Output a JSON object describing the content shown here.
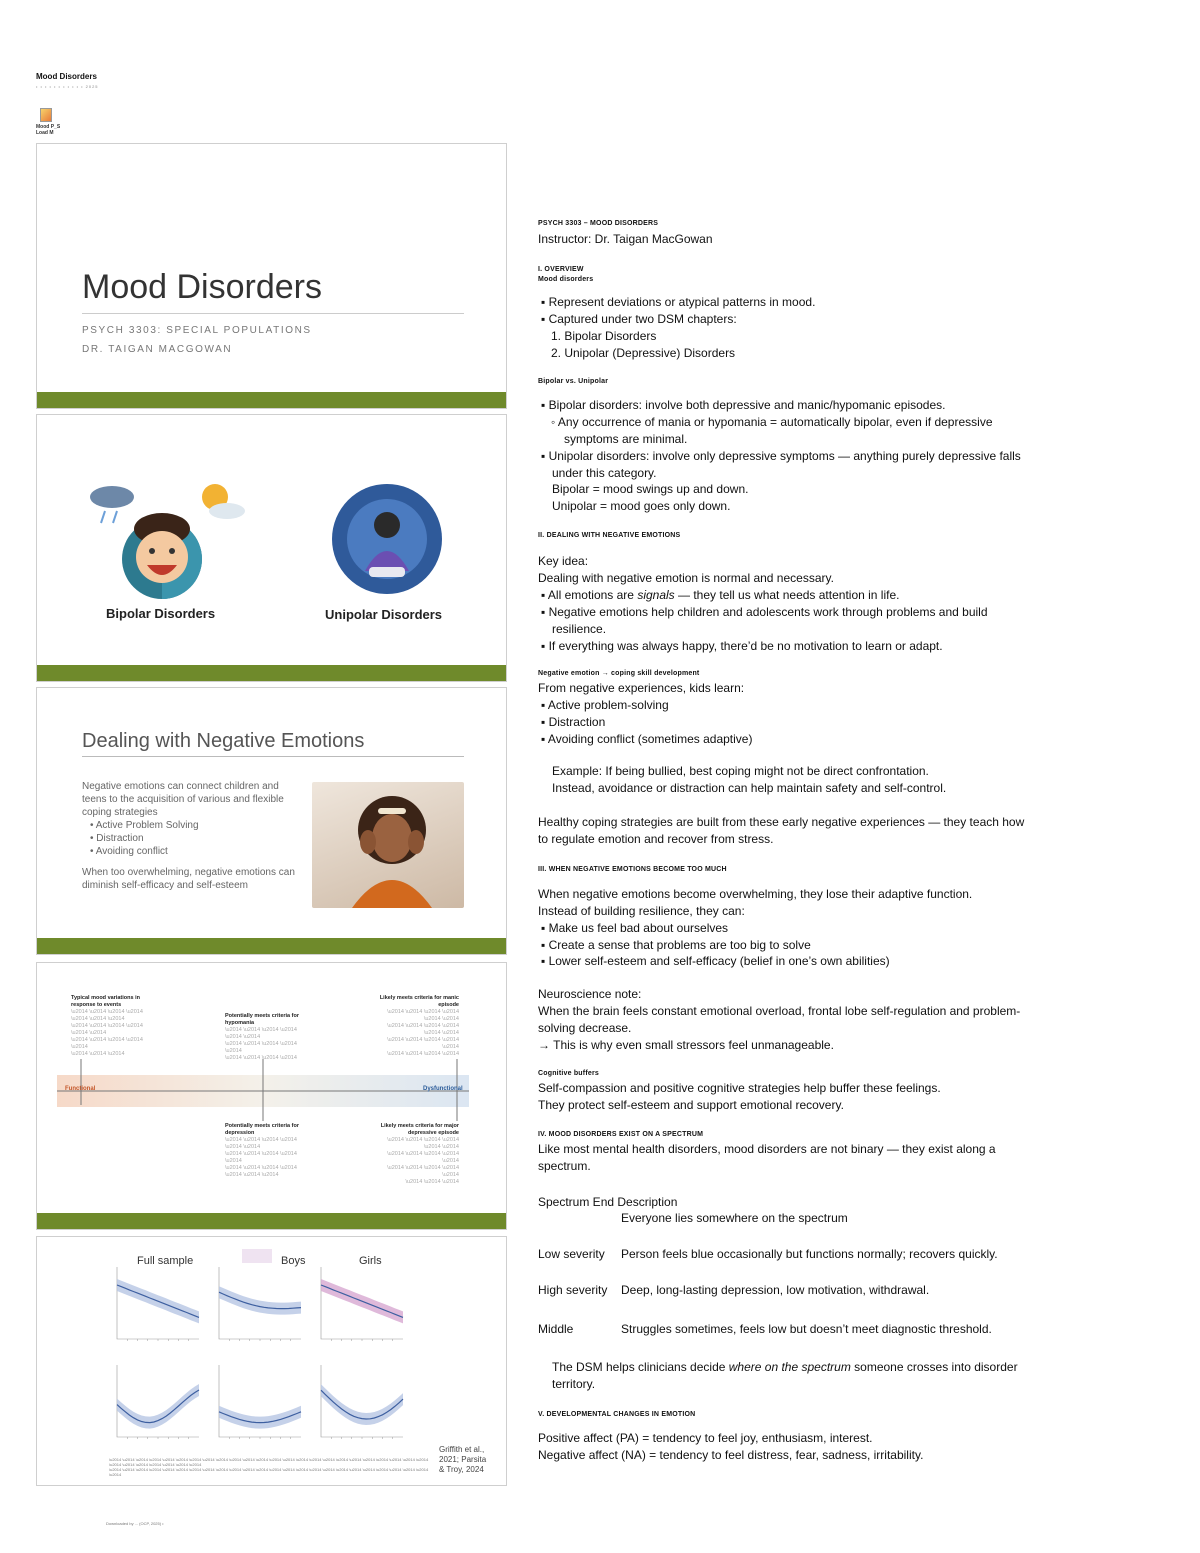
{
  "header": {
    "title": "Mood Disorders",
    "subtitle": "• • • • • • • • • • • 2025",
    "attachment_label_1": "Mood P_S",
    "attachment_label_2": "Load M"
  },
  "slides": {
    "s1": {
      "title": "Mood Disorders",
      "line1": "PSYCH 3303: SPECIAL POPULATIONS",
      "line2": "DR. TAIGAN MACGOWAN"
    },
    "s2": {
      "left_label": "Bipolar Disorders",
      "right_label": "Unipolar Disorders"
    },
    "s3": {
      "title": "Dealing with Negative Emotions",
      "p1": "Negative emotions can connect children and teens to the acquisition of various and flexible coping strategies",
      "b1": "Active Problem Solving",
      "b2": "Distraction",
      "b3": "Avoiding conflict",
      "p2": "When too overwhelming, negative emotions can diminish self-efficacy and self-esteem"
    },
    "s4": {
      "top_left_title": "Typical mood variations in response to events",
      "top_mid_title": "Potentially meets criteria for hypomania",
      "top_right_title": "Likely meets criteria for manic episode",
      "axis_left": "Functional",
      "axis_right": "Dysfunctional",
      "bot_mid_title": "Potentially meets criteria for depression",
      "bot_right_title": "Likely meets criteria for major depressive episode"
    },
    "s5": {
      "panel_a": "Full sample",
      "panel_b": "Boys",
      "panel_c": "Girls",
      "citation1": "Griffith et al.,",
      "citation2": "2021; Parsita",
      "citation3": "& Troy, 2024"
    }
  },
  "footer": "Downloaded by ... (OCP, 2025) •",
  "notes": {
    "course": "PSYCH 3303 – MOOD DISORDERS",
    "instructor": "Instructor: Dr. Taigan MacGowan",
    "h1": "I. OVERVIEW",
    "h1a": "Mood disorders",
    "b1": "▪ Represent deviations or atypical patterns in mood.",
    "b2": "▪ Captured under two DSM chapters:",
    "b2a": "1. Bipolar Disorders",
    "b2b": "2. Unipolar (Depressive) Disorders",
    "h1b": "Bipolar vs. Unipolar",
    "b3": "▪ Bipolar disorders: involve both depressive and manic/hypomanic episodes.",
    "b3a": "◦ Any occurrence of mania or hypomania = automatically bipolar, even if depressive",
    "b3b": "symptoms are minimal.",
    "b4": "▪ Unipolar disorders: involve only depressive symptoms — anything purely depressive falls",
    "b4b": "under this category.",
    "b5": "Bipolar = mood swings up and down.",
    "b6": "Unipolar = mood goes only down.",
    "h2": "II. DEALING WITH NEGATIVE EMOTIONS",
    "k1": "Key idea:",
    "k2": "Dealing with negative emotion is normal and necessary.",
    "k3a": "▪ All emotions are ",
    "k3b": "signals",
    "k3c": " — they tell us what needs attention in life.",
    "k4": "▪ Negative emotions help children and adolescents work through problems and build",
    "k4b": "resilience.",
    "k5": "▪ If everything was always happy, there’d be no motivation to learn or adapt.",
    "h2a": "Negative emotion → coping skill development",
    "c1": "From negative experiences, kids learn:",
    "c2": "▪ Active problem-solving",
    "c3": "▪ Distraction",
    "c4": "▪ Avoiding conflict (sometimes adaptive)",
    "e1": "Example: If being bullied, best coping might not be direct confrontation.",
    "e2": "Instead, avoidance or distraction can help maintain safety and self-control.",
    "hc1": "Healthy coping strategies are built from these early negative experiences — they teach how",
    "hc2": "to regulate emotion and recover from stress.",
    "h3": "III. WHEN NEGATIVE EMOTIONS BECOME TOO MUCH",
    "w1": "When negative emotions become overwhelming, they lose their adaptive function.",
    "w2": "Instead of building resilience, they can:",
    "w3": "▪ Make us feel bad about ourselves",
    "w4": "▪ Create a sense that problems are too big to solve",
    "w5": "▪ Lower self-esteem and self-efficacy (belief in one’s own abilities)",
    "n1": "Neuroscience note:",
    "n2": "When the brain feels constant emotional overload, frontal lobe self-regulation and problem-",
    "n3": "solving decrease.",
    "n4": "→ This is why even small stressors feel unmanageable.",
    "cb": "Cognitive buffers",
    "cb1": "Self-compassion and positive cognitive strategies help buffer these feelings.",
    "cb2": "They protect self-esteem and support emotional recovery.",
    "h4": "IV. MOOD DISORDERS EXIST ON A SPECTRUM",
    "sp1": "Like most mental health disorders, mood disorders are not binary — they exist along a",
    "sp2": "spectrum.",
    "t_head": "Spectrum End   Description",
    "t_head2": "Everyone lies somewhere on the spectrum",
    "t1a": "Low severity",
    "t1b": "Person feels blue occasionally but functions normally; recovers quickly.",
    "t2a": "High severity",
    "t2b": "Deep, long-lasting depression, low motivation, withdrawal.",
    "t3a": "Middle",
    "t3b": "Struggles sometimes, feels low but doesn’t meet diagnostic threshold.",
    "dsm1a": "The DSM helps clinicians decide ",
    "dsm1b": "where on the spectrum",
    "dsm1c": " someone crosses into disorder",
    "dsm2": "territory.",
    "h5": "V. DEVELOPMENTAL CHANGES IN EMOTION",
    "pa": "Positive affect (PA) = tendency to feel joy, enthusiasm, interest.",
    "na": "Negative affect (NA) = tendency to feel distress, fear, sadness, irritability."
  },
  "colors": {
    "slide_bar": "#6f8a2b",
    "chart_line": "#3d5fa0",
    "chart_band": "#b7c6e4",
    "girls_band": "#d7a8d1"
  }
}
